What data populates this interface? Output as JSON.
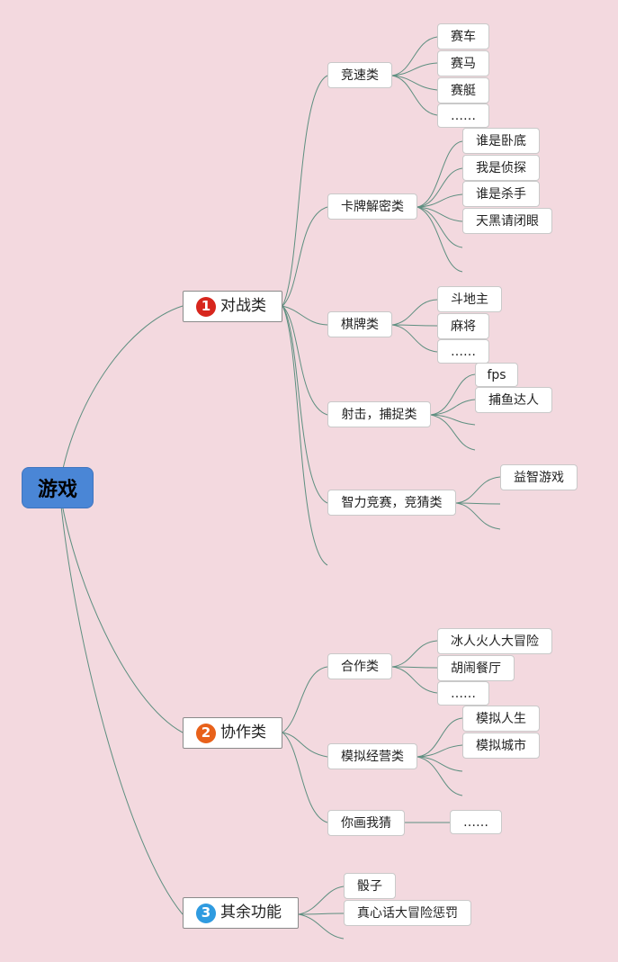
{
  "root": "游戏",
  "branches": [
    {
      "num": "1",
      "label": "对战类",
      "badge_color": "#d7261d"
    },
    {
      "num": "2",
      "label": "协作类",
      "badge_color": "#e8611a"
    },
    {
      "num": "3",
      "label": "其余功能",
      "badge_color": "#2f9be0"
    }
  ],
  "subnodes": {
    "racing": "竞速类",
    "cards_puzzle": "卡牌解密类",
    "chess_cards": "棋牌类",
    "shooting": "射击，捕捉类",
    "intellect": "智力竞赛，竞猜类",
    "coop": "合作类",
    "simulation": "模拟经营类",
    "draw_guess": "你画我猜",
    "dice": "骰子",
    "truth_dare": "真心话大冒险惩罚"
  },
  "leaves": {
    "racing": [
      "赛车",
      "赛马",
      "赛艇",
      "……"
    ],
    "cards_puzzle": [
      "谁是卧底",
      "我是侦探",
      "谁是杀手",
      "天黑请闭眼"
    ],
    "chess_cards": [
      "斗地主",
      "麻将",
      "……"
    ],
    "shooting": [
      "fps",
      "捕鱼达人"
    ],
    "intellect": [
      "益智游戏"
    ],
    "coop": [
      "冰人火人大冒险",
      "胡闹餐厅",
      "……"
    ],
    "simulation": [
      "模拟人生",
      "模拟城市"
    ],
    "draw_guess": [
      "……"
    ]
  }
}
